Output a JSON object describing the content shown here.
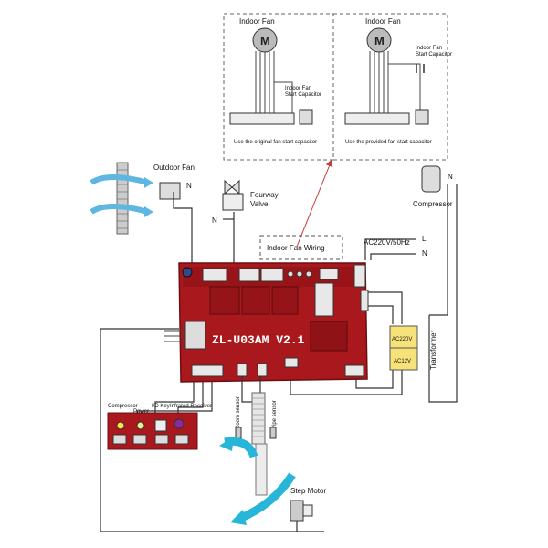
{
  "top_panels": {
    "left": {
      "title": "Indoor Fan",
      "cap_label_1": "Indoor Fan",
      "cap_label_2": "Start Capacitor",
      "caption": "Use the original fan start capacitor"
    },
    "right": {
      "title": "Indoor Fan",
      "cap_label_1": "Indoor Fan",
      "cap_label_2": "Start Capacitor",
      "caption": "Use the provided fan start capacitor"
    },
    "motor_symbol": "M"
  },
  "outdoor_fan": {
    "label": "Outdoor Fan",
    "n": "N"
  },
  "fourway_valve": {
    "label_1": "Fourway",
    "label_2": "Valve",
    "n": "N"
  },
  "compressor": {
    "label": "Compressor",
    "n": "N"
  },
  "indoor_fan_wiring": {
    "label": "Indoor Fan Wiring"
  },
  "ac_input": {
    "label": "AC220V/50Hz",
    "l": "L",
    "n": "N"
  },
  "board": {
    "model": "ZL-U03AM  V2.1"
  },
  "transformer": {
    "label": "Transformer",
    "primary": "AC220V",
    "secondary": "AC12V"
  },
  "indicator_panel": {
    "compressor": "Compressor",
    "power": "Power",
    "i_d_key": "I/D Key",
    "infrared_receiver": "Infrared Receiver"
  },
  "sensors": {
    "room": "Room sensor",
    "pipe": "Pipe sensor"
  },
  "step_motor": {
    "label": "Step Motor"
  },
  "colors": {
    "board": "#a8181c",
    "board_edge": "#6e0e10",
    "airflow": "#5fb6e0",
    "arrow_cyan": "#27b6d8",
    "transformer": "#f7e27a"
  }
}
